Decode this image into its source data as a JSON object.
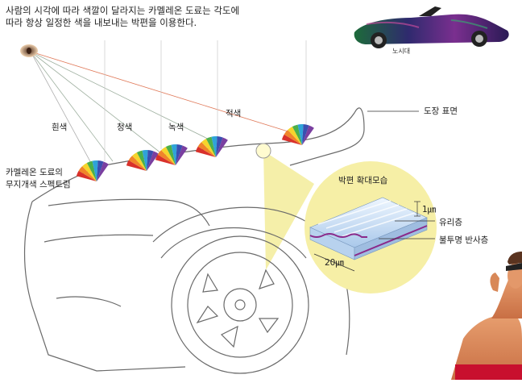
{
  "caption": {
    "line1": "사람의 시각에 따라 색깔이 달라지는 카멜레온 도료는 각도에",
    "line2": "따라 항상 일정한 색을 내보내는 박편을 이용한다."
  },
  "labels": {
    "car_name": "노시대",
    "white": "흰색",
    "blue": "청색",
    "green": "녹색",
    "red": "적색",
    "paint_surface": "도장 표면",
    "spectrum_line1": "카멜레온 도료의",
    "spectrum_line2": "무지개색 스펙트럼",
    "zoom_title": "박편 확대모습",
    "thickness": "1㎛",
    "glass_layer": "유리층",
    "opaque_layer": "불투명 반사층",
    "width": "20㎛"
  },
  "colors": {
    "zoom_fill": "#f6efa6",
    "beam": "#f3ec9a",
    "ray_red": "#e07a5a",
    "car_line": "#555555"
  }
}
